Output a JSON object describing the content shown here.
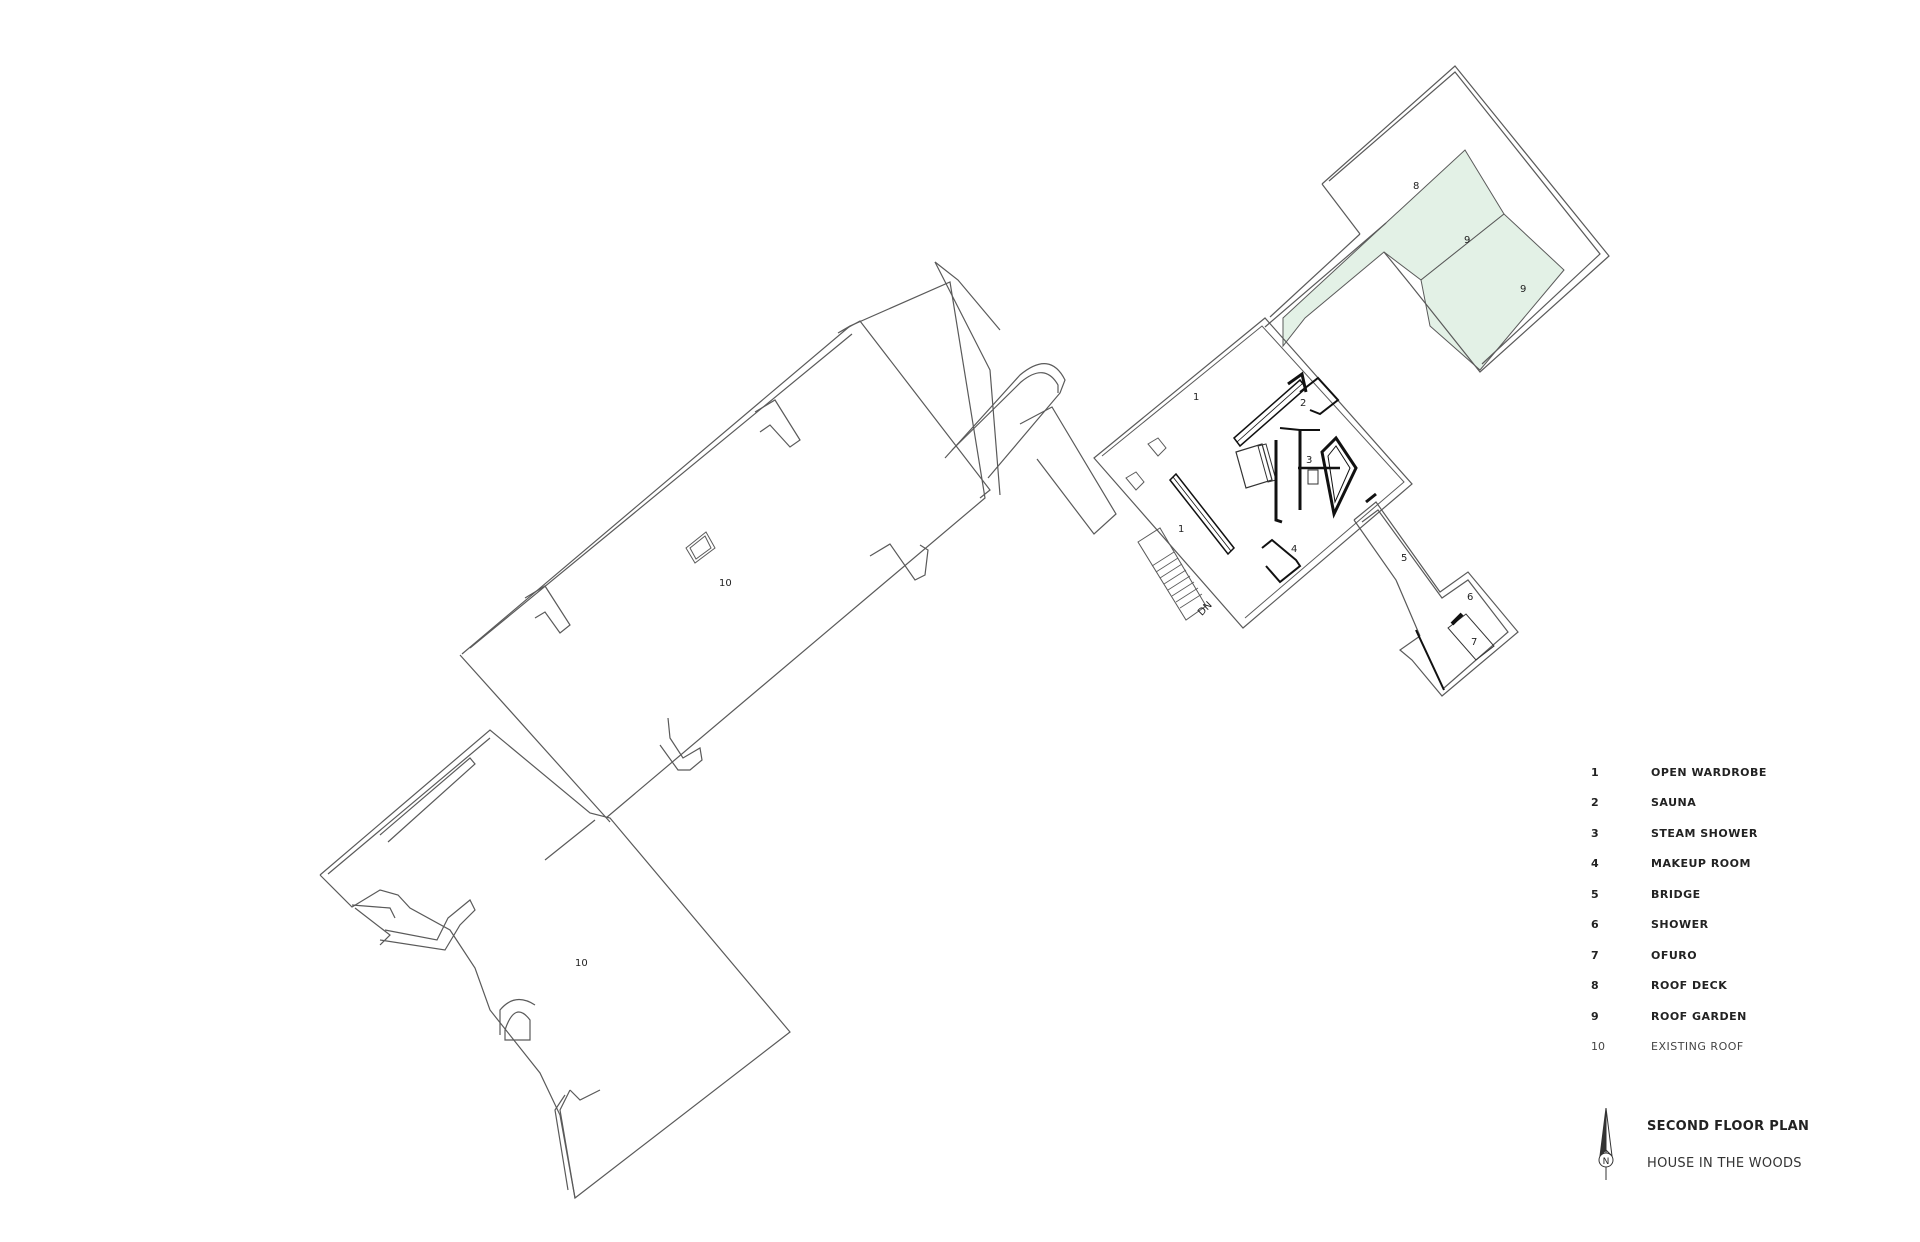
{
  "plan": {
    "title": "SECOND FLOOR PLAN",
    "subtitle": "HOUSE IN THE WOODS",
    "north_label": "N",
    "stair_label": "DN",
    "colors": {
      "line": "#5a5a5a",
      "wall": "#111111",
      "garden_fill": "#e3f1e6"
    },
    "room_labels": [
      {
        "id": "1a",
        "text": "1"
      },
      {
        "id": "1b",
        "text": "1"
      },
      {
        "id": "2",
        "text": "2"
      },
      {
        "id": "3",
        "text": "3"
      },
      {
        "id": "4",
        "text": "4"
      },
      {
        "id": "5",
        "text": "5"
      },
      {
        "id": "6",
        "text": "6"
      },
      {
        "id": "7",
        "text": "7"
      },
      {
        "id": "8",
        "text": "8"
      },
      {
        "id": "9a",
        "text": "9"
      },
      {
        "id": "9b",
        "text": "9"
      },
      {
        "id": "10a",
        "text": "10"
      },
      {
        "id": "10b",
        "text": "10"
      }
    ]
  },
  "legend": [
    {
      "num": "1",
      "label": "OPEN WARDROBE"
    },
    {
      "num": "2",
      "label": "SAUNA"
    },
    {
      "num": "3",
      "label": "STEAM SHOWER"
    },
    {
      "num": "4",
      "label": "MAKEUP ROOM"
    },
    {
      "num": "5",
      "label": "BRIDGE"
    },
    {
      "num": "6",
      "label": "SHOWER"
    },
    {
      "num": "7",
      "label": "OFURO"
    },
    {
      "num": "8",
      "label": "ROOF DECK"
    },
    {
      "num": "9",
      "label": "ROOF GARDEN"
    },
    {
      "num": "10",
      "label": "EXISTING ROOF"
    }
  ]
}
